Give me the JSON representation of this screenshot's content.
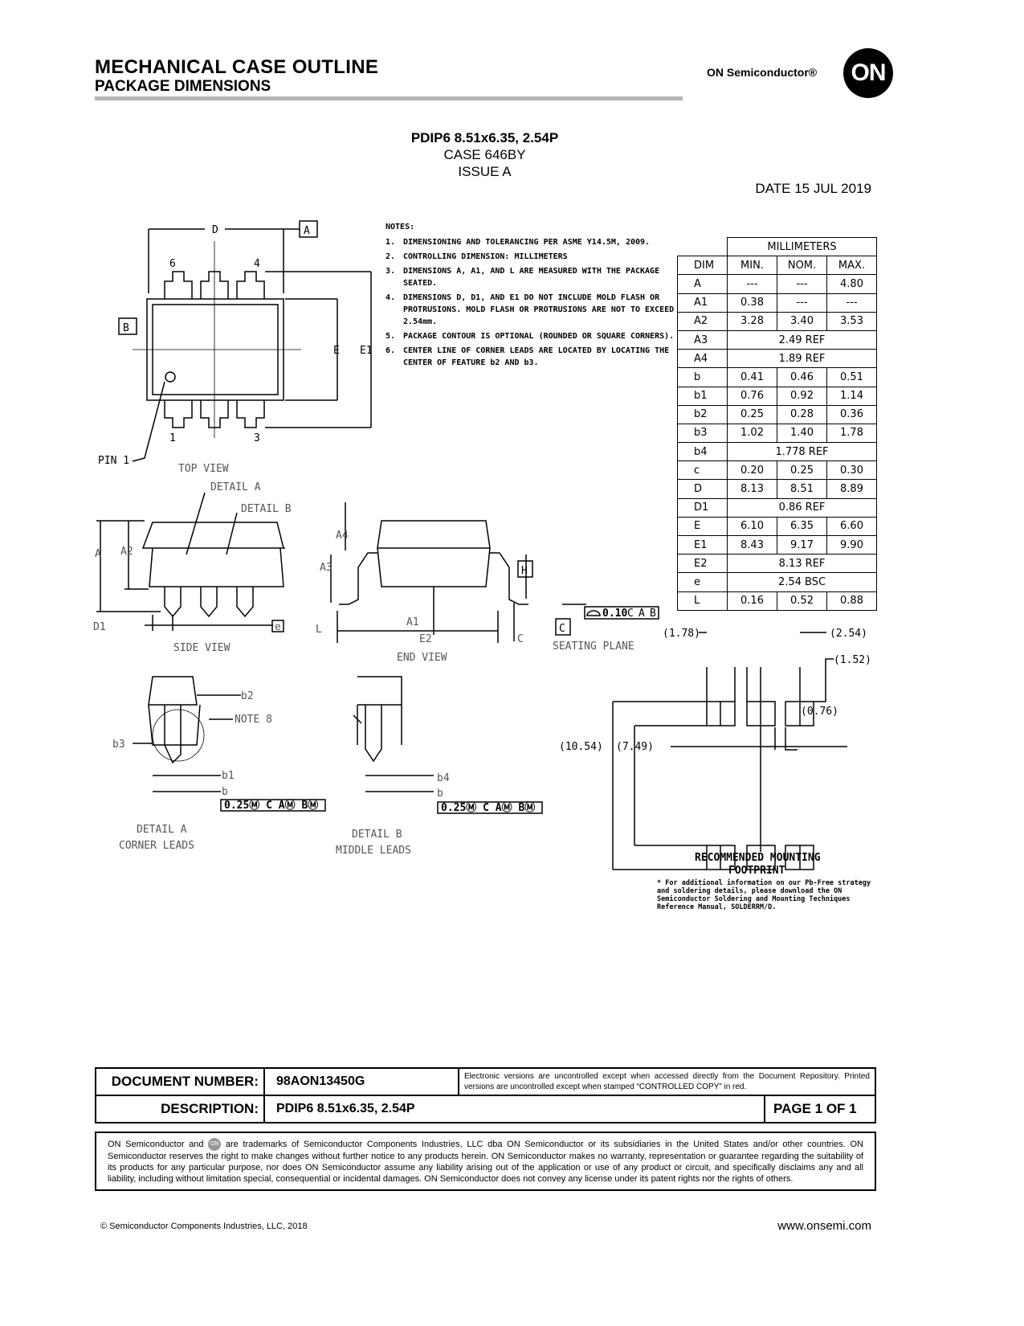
{
  "header": {
    "title": "MECHANICAL CASE OUTLINE",
    "subtitle": "PACKAGE DIMENSIONS",
    "brand": "ON Semiconductor®",
    "logo": "ON"
  },
  "package": {
    "name": "PDIP6 8.51x6.35, 2.54P",
    "case": "CASE 646BY",
    "issue": "ISSUE A",
    "date": "DATE 15 JUL 2019"
  },
  "notes": {
    "heading": "NOTES:",
    "items": [
      {
        "num": "1.",
        "text": "DIMENSIONING AND TOLERANCING PER ASME Y14.5M, 2009."
      },
      {
        "num": "2.",
        "text": "CONTROLLING DIMENSION: MILLIMETERS"
      },
      {
        "num": "3.",
        "text": "DIMENSIONS A, A1, AND L ARE MEASURED WITH THE PACKAGE SEATED."
      },
      {
        "num": "4.",
        "text": "DIMENSIONS D, D1, AND E1 DO NOT INCLUDE MOLD FLASH OR PROTRUSIONS.  MOLD FLASH OR PROTRUSIONS ARE NOT TO EXCEED 2.54mm."
      },
      {
        "num": "5.",
        "text": "PACKAGE CONTOUR IS OPTIONAL (ROUNDED OR SQUARE CORNERS)."
      },
      {
        "num": "6.",
        "text": "CENTER LINE OF CORNER LEADS ARE LOCATED BY LOCATING THE CENTER OF FEATURE b2 AND b3."
      }
    ]
  },
  "table": {
    "unit": "MILLIMETERS",
    "headers": [
      "DIM",
      "MIN.",
      "NOM.",
      "MAX."
    ],
    "rows": [
      [
        "A",
        "---",
        "---",
        "4.80"
      ],
      [
        "A1",
        "0.38",
        "---",
        "---"
      ],
      [
        "A2",
        "3.28",
        "3.40",
        "3.53"
      ],
      [
        "A3",
        "2.49 REF"
      ],
      [
        "A4",
        "1.89 REF"
      ],
      [
        "b",
        "0.41",
        "0.46",
        "0.51"
      ],
      [
        "b1",
        "0.76",
        "0.92",
        "1.14"
      ],
      [
        "b2",
        "0.25",
        "0.28",
        "0.36"
      ],
      [
        "b3",
        "1.02",
        "1.40",
        "1.78"
      ],
      [
        "b4",
        "1.778 REF"
      ],
      [
        "c",
        "0.20",
        "0.25",
        "0.30"
      ],
      [
        "D",
        "8.13",
        "8.51",
        "8.89"
      ],
      [
        "D1",
        "0.86 REF"
      ],
      [
        "E",
        "6.10",
        "6.35",
        "6.60"
      ],
      [
        "E1",
        "8.43",
        "9.17",
        "9.90"
      ],
      [
        "E2",
        "8.13 REF"
      ],
      [
        "e",
        "2.54 BSC"
      ],
      [
        "L",
        "0.16",
        "0.52",
        "0.88"
      ]
    ]
  },
  "labels": {
    "D": "D",
    "A": "A",
    "B": "B",
    "E": "E",
    "E1": "E1",
    "pin6": "6",
    "pin4": "4",
    "pin1": "1",
    "pin3": "3",
    "pin1_label": "PIN 1",
    "top_view": "TOP VIEW",
    "detail_a": "DETAIL A",
    "detail_b": "DETAIL B",
    "A_side": "A",
    "A2": "A2",
    "D1": "D1",
    "e": "e",
    "side_view": "SIDE VIEW",
    "A4": "A4",
    "A3": "A3",
    "H": "H",
    "L": "L",
    "A1": "A1",
    "E2": "E2",
    "C_dim": "C",
    "end_view": "END VIEW",
    "C_datum": "C",
    "seating_plane": "SEATING PLANE",
    "fcf_flat": "0.10",
    "fcf_c": "C",
    "fcf_a": "A",
    "fcf_b": "B",
    "b2": "b2",
    "note8": "NOTE 8",
    "b3": "b3",
    "b1": "b1",
    "b": "b",
    "b4": "b4",
    "b_b": "b",
    "pos_tol_a": "0.25Ⓜ C AⓂ BⓂ",
    "pos_tol_b": "0.25Ⓜ C AⓂ BⓂ",
    "detail_a_title": "DETAIL A",
    "detail_a_sub": "CORNER LEADS",
    "detail_b_title": "DETAIL B",
    "detail_b_sub": "MIDDLE LEADS",
    "fp_178": "(1.78)",
    "fp_254": "(2.54)",
    "fp_152": "(1.52)",
    "fp_076": "(0.76)",
    "fp_1054": "(10.54)",
    "fp_749": "(7.49)",
    "fp_title": "RECOMMENDED MOUNTING",
    "fp_title2": "FOOTPRINT"
  },
  "footprint_note": "* For additional information on our Pb-Free strategy and soldering details, please download the ON Semiconductor Soldering and Mounting Techniques Reference Manual, SOLDERRM/D.",
  "footer": {
    "doc_number_label": "DOCUMENT NUMBER:",
    "doc_number": "98AON13450G",
    "disclaimer": "Electronic versions are uncontrolled except when accessed directly from the Document Repository. Printed versions are uncontrolled except when stamped “CONTROLLED COPY” in red.",
    "description_label": "DESCRIPTION:",
    "description": "PDIP6 8.51x6.35, 2.54P",
    "page": "PAGE 1 OF 1",
    "legal_a": "ON Semiconductor and",
    "legal_logo": "ON",
    "legal_b": "are trademarks of Semiconductor Components Industries, LLC dba ON Semiconductor or its subsidiaries in the United States and/or other countries. ON Semiconductor reserves the right to make changes without further notice to any products herein. ON Semiconductor makes no warranty, representation or guarantee regarding the suitability of its products for any particular purpose, nor does ON Semiconductor assume any liability arising out of the application or use of any product or circuit, and specifically disclaims any and all liability, including without limitation special, consequential or incidental damages. ON Semiconductor does not convey any license under its patent rights nor the rights of others.",
    "copyright": "©  Semiconductor Components Industries, LLC, 2018",
    "website": "www.onsemi.com"
  }
}
